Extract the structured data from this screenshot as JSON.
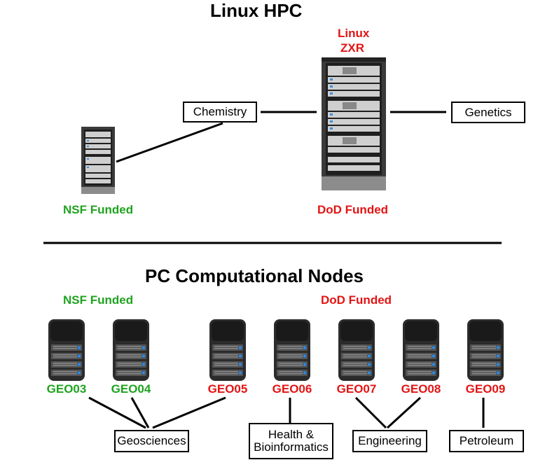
{
  "hpc": {
    "title": "Linux HPC",
    "rack_label_line1": "Linux",
    "rack_label_line2": "ZXR",
    "nsf_funded": "NSF Funded",
    "dod_funded": "DoD Funded",
    "boxes": {
      "chemistry": "Chemistry",
      "genetics": "Genetics"
    }
  },
  "pc": {
    "title": "PC Computational Nodes",
    "nsf_funded": "NSF Funded",
    "dod_funded": "DoD Funded",
    "nodes": [
      {
        "name": "GEO03",
        "color": "#1fa31f"
      },
      {
        "name": "GEO04",
        "color": "#1fa31f"
      },
      {
        "name": "GEO05",
        "color": "#e31414"
      },
      {
        "name": "GEO06",
        "color": "#e31414"
      },
      {
        "name": "GEO07",
        "color": "#e31414"
      },
      {
        "name": "GEO08",
        "color": "#e31414"
      },
      {
        "name": "GEO09",
        "color": "#e31414"
      }
    ],
    "boxes": {
      "geosciences": "Geosciences",
      "health_line1": "Health &",
      "health_line2": "Bioinformatics",
      "engineering": "Engineering",
      "petroleum": "Petroleum"
    }
  },
  "colors": {
    "nsf": "#1fa31f",
    "dod": "#e31414"
  }
}
